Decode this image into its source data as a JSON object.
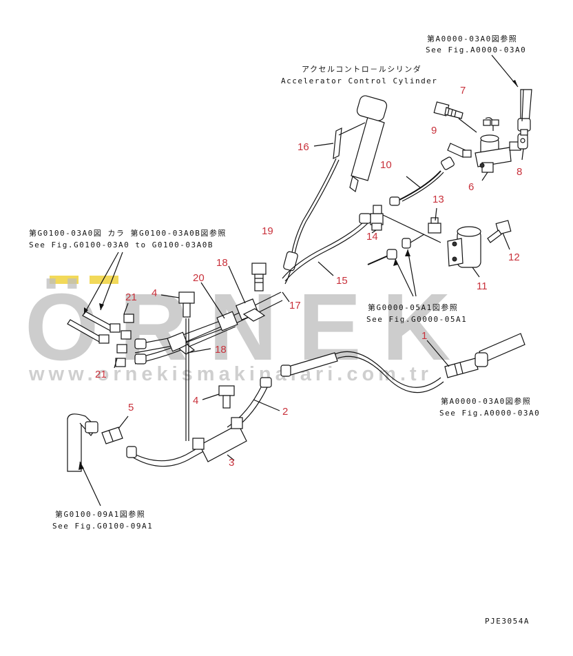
{
  "watermark": {
    "brand": "ÖRNEK",
    "url": "www.ornekismakinalari.com.tr",
    "dot_color": "#f0d23c",
    "text_color": "#bdbdbd"
  },
  "references": {
    "top_right_jp": "第A0000-03A0図参照",
    "top_right_en": "See Fig.A0000-03A0",
    "cylinder_jp": "アクセルコントロ－ルシリンダ",
    "cylinder_en": "Accelerator Control Cylinder",
    "left_jp": "第G0100-03A0図 カラ 第G0100-03A0B図参照",
    "left_en": "See Fig.G0100-03A0 to G0100-03A0B",
    "mid_jp": "第G0000-05A1図参照",
    "mid_en": "See Fig.G0000-05A1",
    "right_jp": "第A0000-03A0図参照",
    "right_en": "See Fig.A0000-03A0",
    "bottom_jp": "第G0100-09A1図参照",
    "bottom_en": "See Fig.G0100-09A1"
  },
  "callouts": [
    "1",
    "2",
    "3",
    "4",
    "4",
    "5",
    "6",
    "7",
    "8",
    "9",
    "10",
    "11",
    "12",
    "13",
    "14",
    "15",
    "16",
    "17",
    "18",
    "18",
    "19",
    "20",
    "21",
    "21"
  ],
  "drawing_code": "PJE3054A",
  "colors": {
    "callout": "#c8303a",
    "line": "#111111"
  }
}
